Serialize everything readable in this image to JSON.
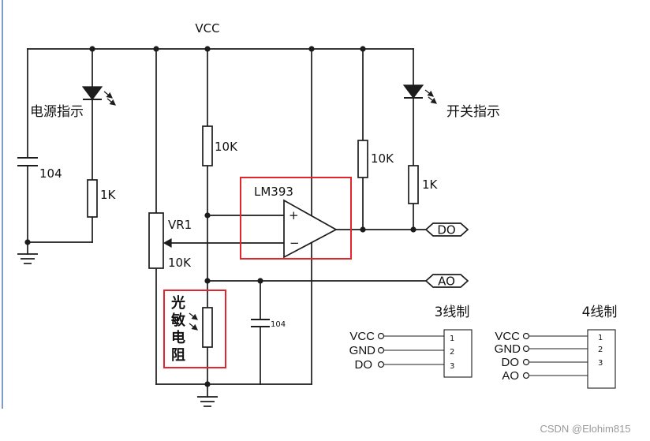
{
  "supply": {
    "vcc_label": "VCC"
  },
  "power_indicator": {
    "label": "电源指示",
    "capacitor_value": "104",
    "resistor_value": "1K"
  },
  "potentiometer": {
    "name": "VR1",
    "value": "10K"
  },
  "pullup_resistor": {
    "value": "10K"
  },
  "comparator": {
    "name": "LM393",
    "plus": "+",
    "minus": "−"
  },
  "output_pullup": {
    "value": "10K"
  },
  "switch_indicator": {
    "label": "开关指示",
    "resistor_value": "1K"
  },
  "ports": {
    "do": "DO",
    "ao": "AO"
  },
  "filter_capacitor": {
    "value": "104"
  },
  "photoresistor": {
    "label_chars": [
      "光",
      "敏",
      "电",
      "阻"
    ]
  },
  "three_wire": {
    "title": "3线制",
    "pins": [
      {
        "label": "VCC",
        "number": "1"
      },
      {
        "label": "GND",
        "number": "2"
      },
      {
        "label": "DO",
        "number": "3"
      }
    ]
  },
  "four_wire": {
    "title": "4线制",
    "pins": [
      {
        "label": "VCC",
        "number": "1"
      },
      {
        "label": "GND",
        "number": "2"
      },
      {
        "label": "DO",
        "number": "3"
      },
      {
        "label": "AO",
        "number": ""
      }
    ]
  },
  "watermark": "CSDN @Elohim815",
  "colors": {
    "wire": "#1c1c1c",
    "highlight": "#e3262d",
    "watermark": "#9a9a9a"
  }
}
